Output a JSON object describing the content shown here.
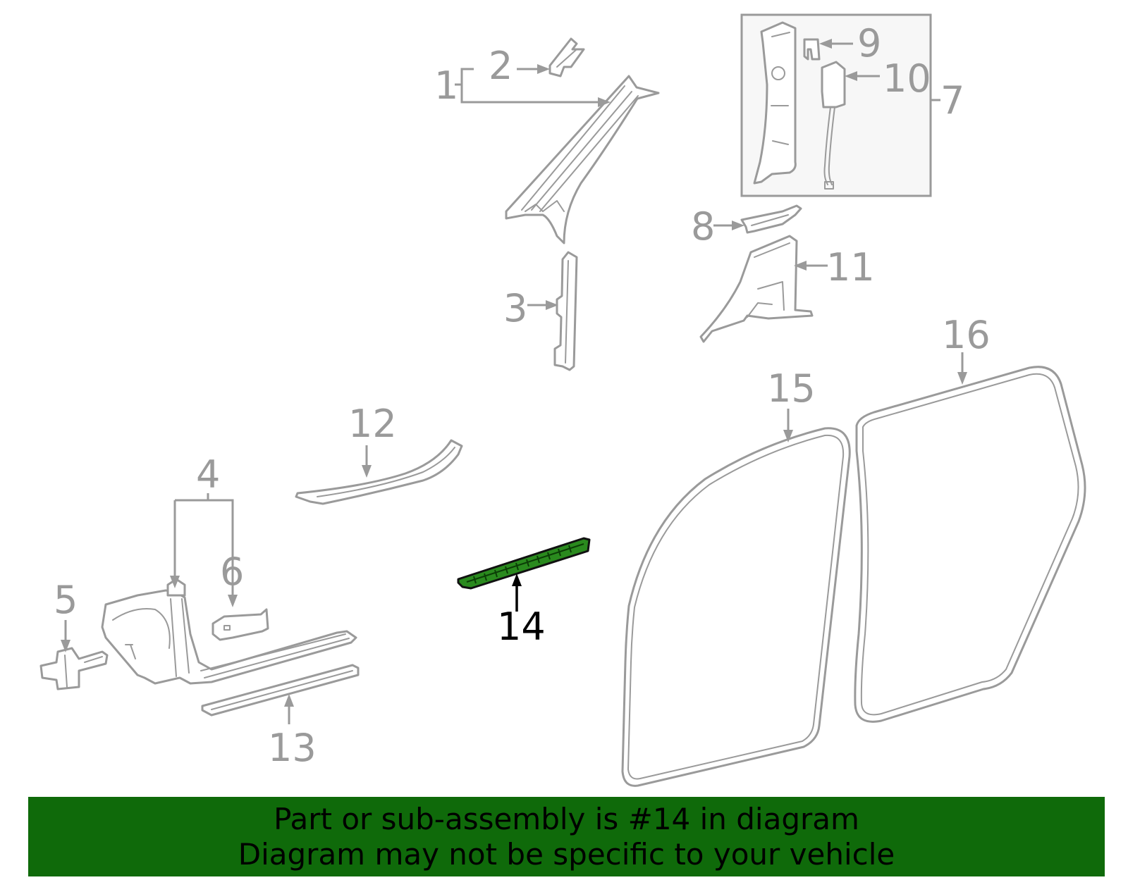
{
  "callouts": {
    "c1": "1",
    "c2": "2",
    "c3": "3",
    "c4": "4",
    "c5": "5",
    "c6": "6",
    "c7": "7",
    "c8": "8",
    "c9": "9",
    "c10": "10",
    "c11": "11",
    "c12": "12",
    "c13": "13",
    "c14": "14",
    "c15": "15",
    "c16": "16"
  },
  "highlighted_part": "14",
  "colors": {
    "highlight_fill": "#2a8a1e",
    "banner_bg": "#0f6a0a",
    "line_gray": "#9a9a9a"
  },
  "banner": {
    "line1": "Part or sub-assembly is #14 in diagram",
    "line2": "Diagram may not be specific to your vehicle"
  }
}
